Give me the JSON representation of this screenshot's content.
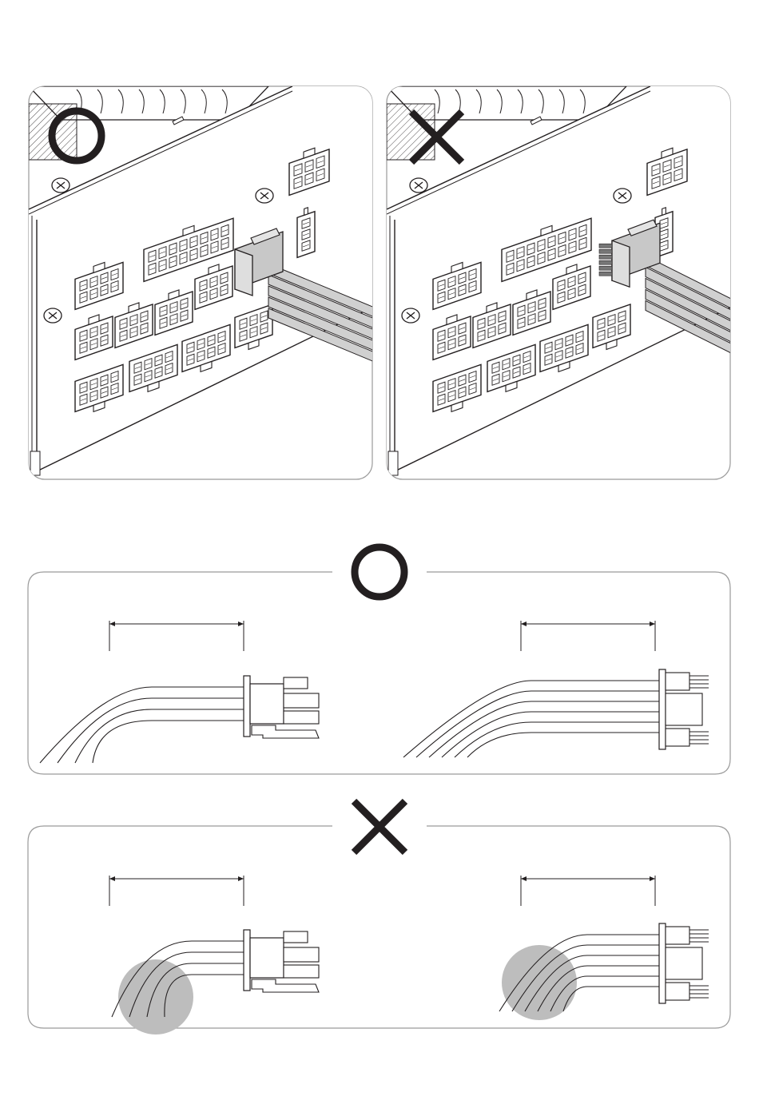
{
  "figure": {
    "symbol_correct": "circle",
    "symbol_incorrect": "cross",
    "highlight_color": "#bdbdbd",
    "cable_color": "#d0d0d0",
    "line_color": "#231f20",
    "panel_border_color": "#9a9a9a",
    "top_panels": [
      {
        "id": "psu-correct",
        "verdict": "correct",
        "connector_state": "fully-inserted"
      },
      {
        "id": "psu-incorrect",
        "verdict": "incorrect",
        "connector_state": "partially-inserted"
      }
    ],
    "bend_panels": [
      {
        "id": "bend-correct",
        "verdict": "correct",
        "bend": "gradual",
        "items": [
          {
            "connector": "6-pin",
            "wires": 4
          },
          {
            "connector": "8-pin",
            "wires": 6
          }
        ]
      },
      {
        "id": "bend-incorrect",
        "verdict": "incorrect",
        "bend": "sharp-near-connector",
        "items": [
          {
            "connector": "6-pin",
            "wires": 4
          },
          {
            "connector": "8-pin",
            "wires": 6
          }
        ]
      }
    ]
  }
}
